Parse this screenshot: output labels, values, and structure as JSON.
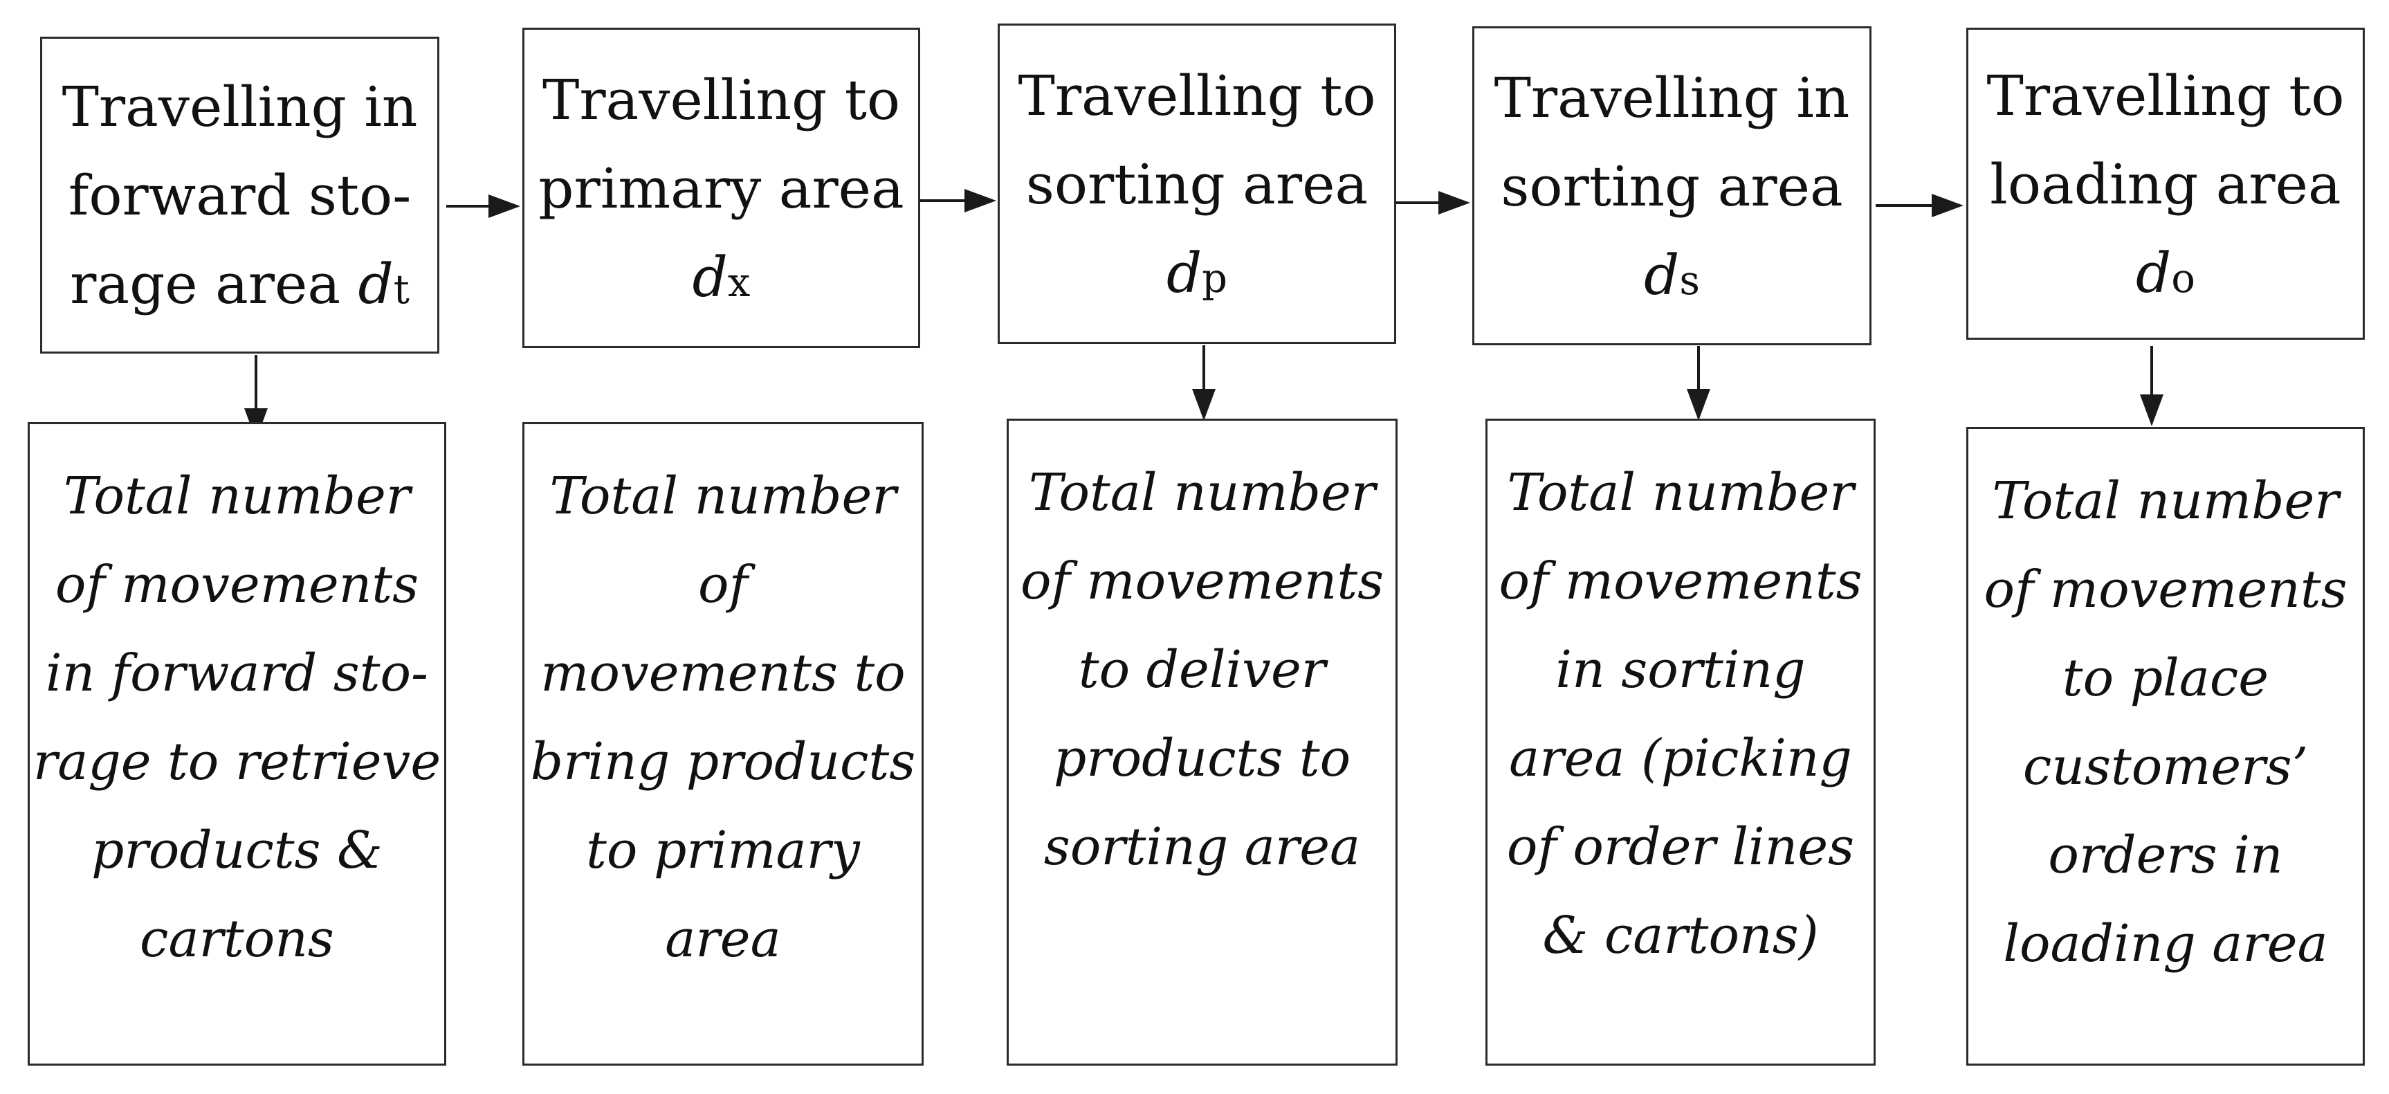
{
  "stages": [
    {
      "title": "Travelling in\nforward sto-\nrage area ",
      "symbol": "d",
      "subscript": "t",
      "symbol_inline": true,
      "description": "Total number\nof movements\nin forward sto-\nrage to retrieve\nproducts &\ncartons"
    },
    {
      "title": "Travelling to\nprimary area",
      "symbol": "d",
      "subscript": "x",
      "symbol_inline": false,
      "description": "Total number of\nmovements to\nbring products\nto primary area"
    },
    {
      "title": "Travelling to\nsorting area",
      "symbol": "d",
      "subscript": "p",
      "symbol_inline": false,
      "description": "Total number\nof movements\nto deliver\nproducts to\nsorting area"
    },
    {
      "title": "Travelling in\nsorting area",
      "symbol": "d",
      "subscript": "s",
      "symbol_inline": false,
      "description": "Total number\nof movements\nin sorting\narea (picking\nof order lines\n& cartons)"
    },
    {
      "title": "Travelling to\nloading area",
      "symbol": "d",
      "subscript": "o",
      "symbol_inline": false,
      "description": "Total number\nof movements\nto place\ncustomers’\norders in\nloading area"
    }
  ],
  "connectors": [
    {
      "from": "stage-1",
      "to": "stage-2",
      "kind": "flow"
    },
    {
      "from": "stage-2",
      "to": "stage-3",
      "kind": "flow"
    },
    {
      "from": "stage-3",
      "to": "stage-4",
      "kind": "flow"
    },
    {
      "from": "stage-4",
      "to": "stage-5",
      "kind": "flow"
    },
    {
      "from": "stage-1",
      "to": "desc-1",
      "kind": "down"
    },
    {
      "from": "stage-3",
      "to": "desc-3",
      "kind": "down"
    },
    {
      "from": "stage-4",
      "to": "desc-4",
      "kind": "down"
    },
    {
      "from": "stage-5",
      "to": "desc-5",
      "kind": "down"
    }
  ],
  "colors": {
    "line": "#1a1a1a",
    "border": "#2b2b2b",
    "text": "#111111"
  }
}
